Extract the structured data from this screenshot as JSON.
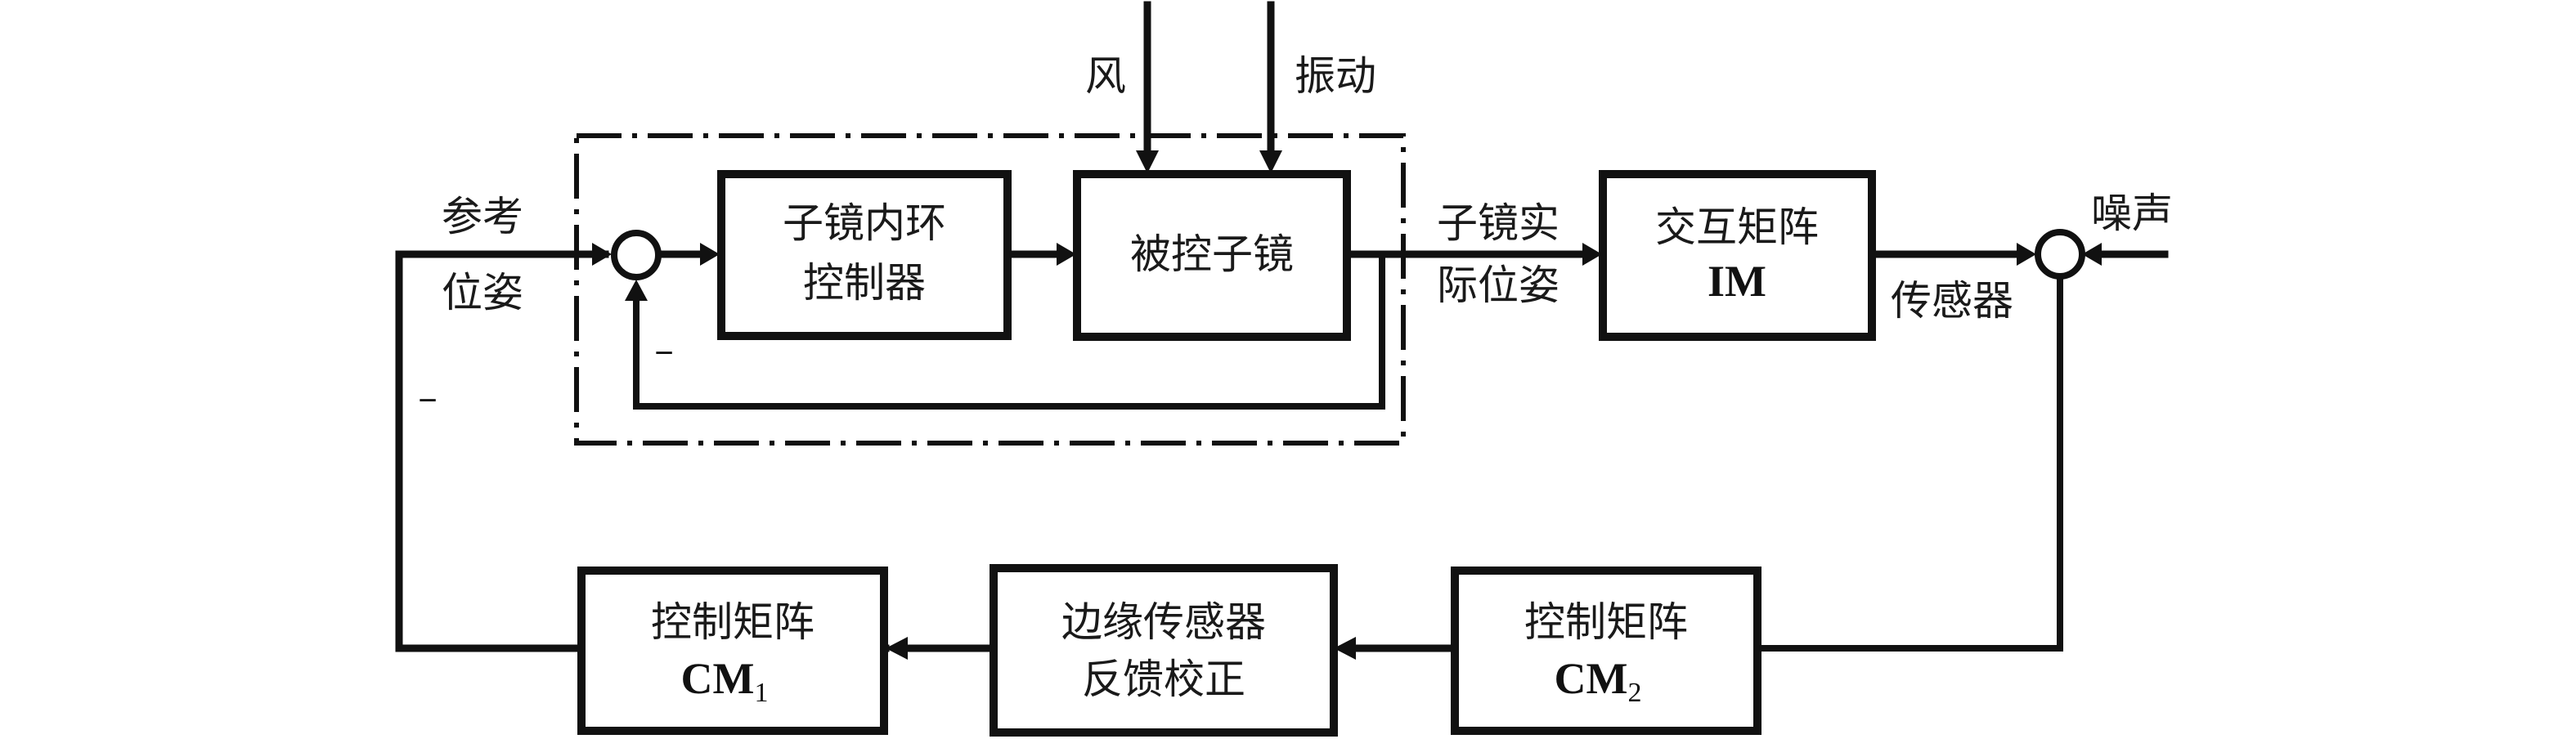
{
  "diagram": {
    "type": "control-block-diagram",
    "inner_loop_label": "",
    "inputs": {
      "reference_line1": "参考",
      "reference_line2": "位姿",
      "wind": "风",
      "vibration": "振动",
      "noise": "噪声"
    },
    "signals": {
      "actual_pose_line1": "子镜实",
      "actual_pose_line2": "际位姿",
      "sensor": "传感器",
      "outer_minus": "−",
      "inner_minus": "−"
    },
    "blocks": {
      "inner_controller": {
        "line1": "子镜内环",
        "line2": "控制器"
      },
      "plant": {
        "line1": "被控子镜"
      },
      "interaction_matrix": {
        "line1": "交互矩阵",
        "line2": "IM"
      },
      "control_matrix_1": {
        "line1": "控制矩阵",
        "main": "CM",
        "sub": "1"
      },
      "edge_sensor_correction": {
        "line1": "边缘传感器",
        "line2": "反馈校正"
      },
      "control_matrix_2": {
        "line1": "控制矩阵",
        "main": "CM",
        "sub": "2"
      }
    },
    "connections": [
      {
        "from": "参考位姿",
        "to": "inner-sum"
      },
      {
        "from": "inner-sum",
        "to": "子镜内环控制器"
      },
      {
        "from": "子镜内环控制器",
        "to": "被控子镜"
      },
      {
        "from": "风",
        "to": "被控子镜"
      },
      {
        "from": "振动",
        "to": "被控子镜"
      },
      {
        "from": "被控子镜",
        "to": "inner-sum",
        "sign": "−"
      },
      {
        "from": "被控子镜",
        "to": "交互矩阵 IM",
        "label": "子镜实际位姿"
      },
      {
        "from": "交互矩阵 IM",
        "to": "sensor-sum",
        "label": "传感器"
      },
      {
        "from": "噪声",
        "to": "sensor-sum"
      },
      {
        "from": "sensor-sum",
        "to": "控制矩阵 CM2"
      },
      {
        "from": "控制矩阵 CM2",
        "to": "边缘传感器反馈校正"
      },
      {
        "from": "边缘传感器反馈校正",
        "to": "控制矩阵 CM1"
      },
      {
        "from": "控制矩阵 CM1",
        "to": "inner-sum",
        "sign": "−"
      }
    ]
  }
}
